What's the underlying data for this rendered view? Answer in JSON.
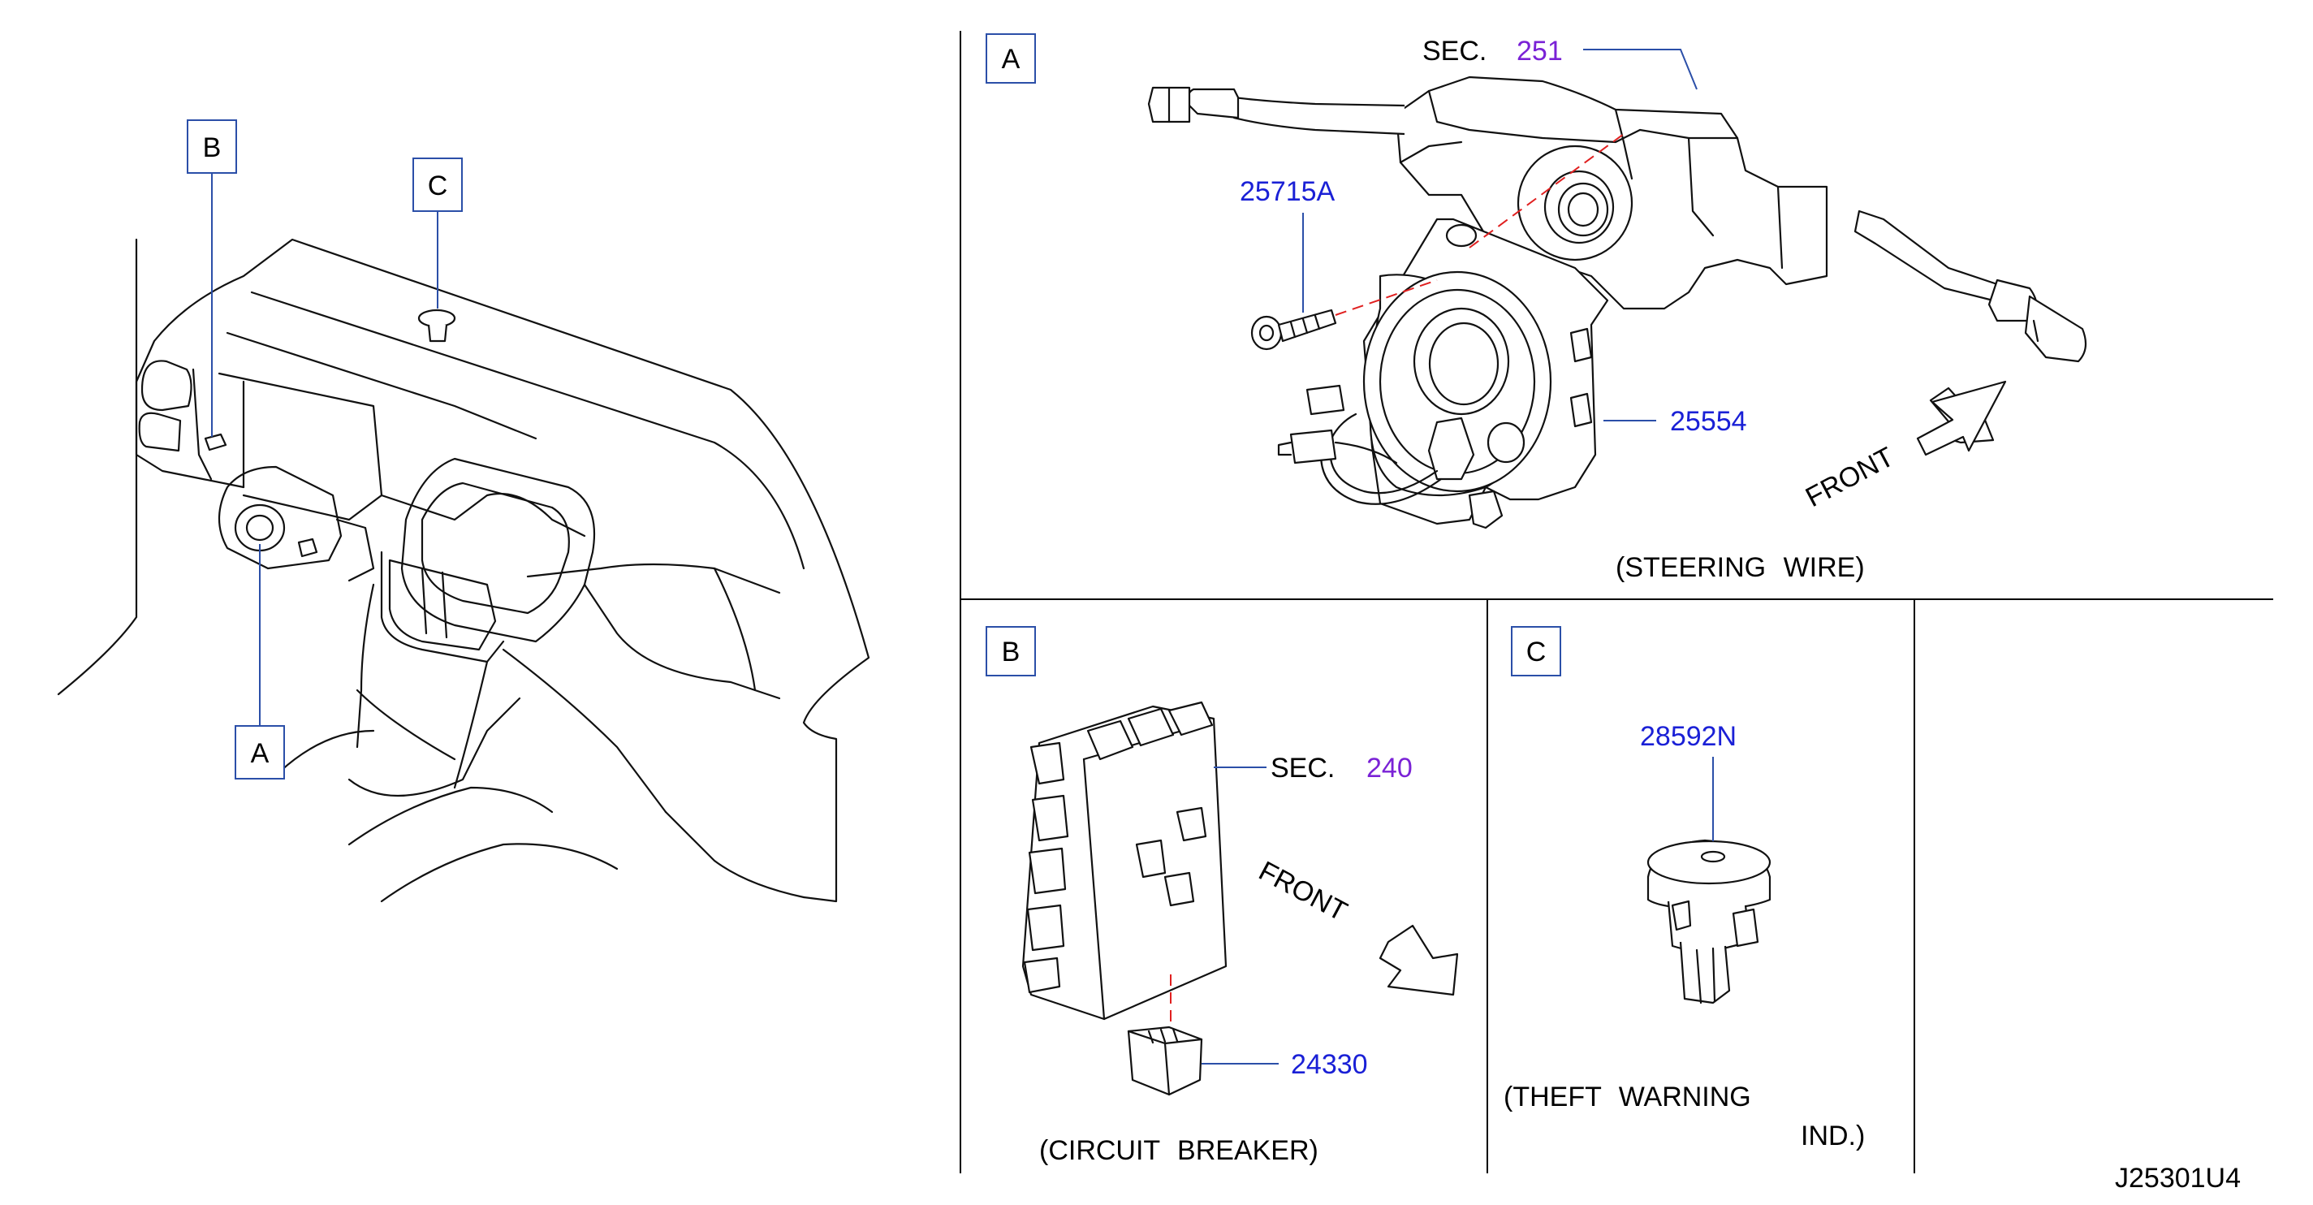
{
  "overview": {
    "labels": {
      "a": "A",
      "b": "B",
      "c": "C"
    }
  },
  "panel_a": {
    "label": "A",
    "sec_prefix": "SEC.",
    "sec_number": "251",
    "part_screw": "25715A",
    "part_spiral_cable": "25554",
    "front": "FRONT",
    "caption": "(STEERING WIRE)"
  },
  "panel_b": {
    "label": "B",
    "sec_prefix": "SEC.",
    "sec_number": "240",
    "part_breaker": "24330",
    "front": "FRONT",
    "caption": "(CIRCUIT BREAKER)"
  },
  "panel_c": {
    "label": "C",
    "part_indicator": "28592N",
    "caption_line1": "(THEFT WARNING",
    "caption_line2": "IND.)"
  },
  "diagram_code": "J25301U4",
  "colors": {
    "leader": "#2b4fa8",
    "part_number": "#1a20d6",
    "section_number": "#7a22d6",
    "hidden_line": "#e02020"
  }
}
